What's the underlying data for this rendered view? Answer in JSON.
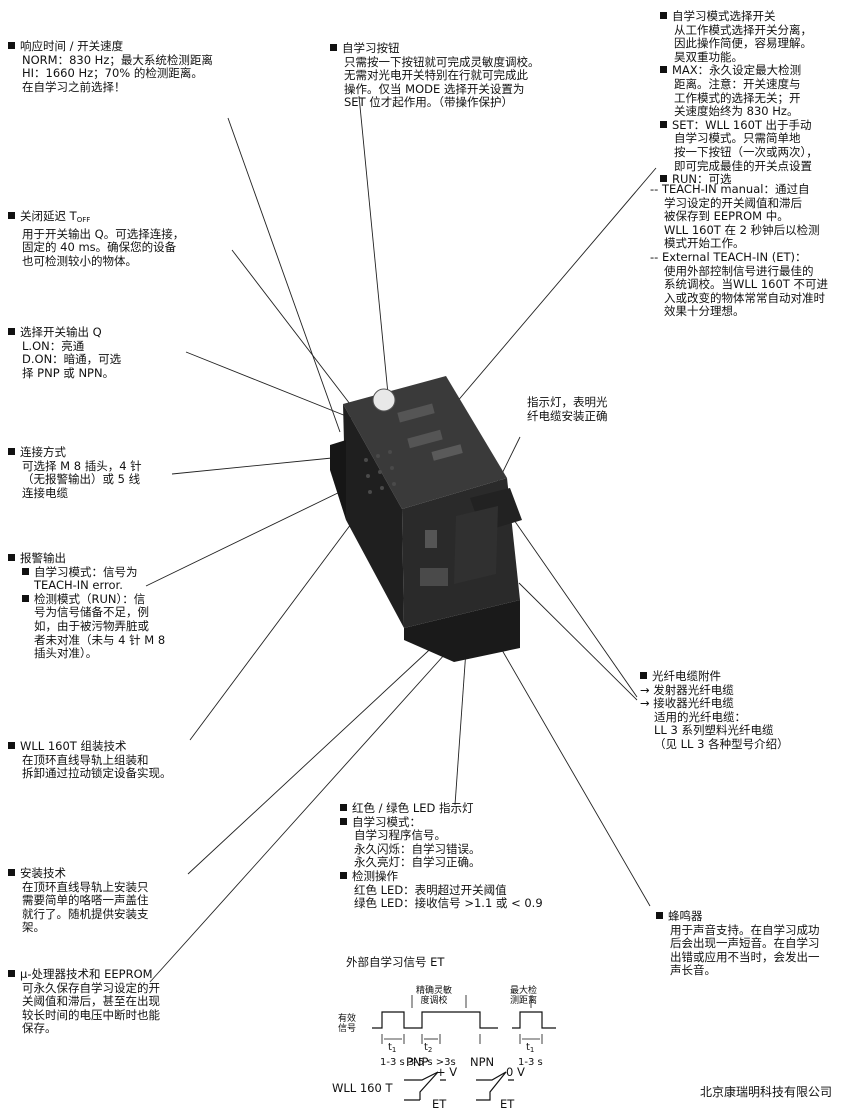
{
  "response": {
    "heading": "响应时间 / 开关速度",
    "lines": [
      "NORM：830 Hz；最大系统检测距离",
      "HI：1660 Hz；70% 的检测距离。",
      "在自学习之前选择！"
    ]
  },
  "teach_button": {
    "heading": "自学习按钮",
    "lines": [
      "只需按一下按钮就可完成灵敏度调校。",
      "无需对光电开关特别在行就可完成此",
      "操作。仅当 MODE 选择开关设置为",
      "SET 位才起作用。（带操作保护）"
    ]
  },
  "mode_switch": {
    "heading": "自学习模式选择开关",
    "lines": [
      "从工作模式选择开关分离，",
      "因此操作简便，容易理解。",
      "昊双重功能。"
    ]
  },
  "max": {
    "heading": "MAX：永久设定最大检测",
    "lines": [
      "距离。注意：开关速度与",
      "工作模式的选择无关；开",
      "关速度始终为 830 Hz。"
    ]
  },
  "set": {
    "heading": "SET：WLL 160T 出于手动",
    "lines": [
      "自学习模式。只需简单地",
      "按一下按钮（一次或两次），",
      "即可完成最佳的开关点设置"
    ]
  },
  "run": {
    "heading": "RUN：可选",
    "manual_head": "-- TEACH-IN manual：通过自",
    "manual_lines": [
      "学习设定的开关阈值和滞后",
      "被保存到 EEPROM 中。",
      "WLL 160T 在 2 秒钟后以检测",
      "模式开始工作。"
    ],
    "ext_head": "-- External TEACH-IN (ET)：",
    "ext_lines": [
      "使用外部控制信号进行最佳的",
      "系统调校。当WLL 160T 不可进",
      "入或改变的物体常常自动对准时",
      "效果十分理想。"
    ]
  },
  "delay": {
    "heading_pre": "关闭延迟 T",
    "heading_sub": "OFF",
    "lines": [
      "用于开关输出 Q。可选择连接，",
      "固定的 40 ms。确保您的设备",
      "也可检测较小的物体。"
    ]
  },
  "output": {
    "heading": "选择开关输出 Q",
    "lines": [
      "L.ON：亮通",
      "D.ON：暗通，可选",
      "择 PNP 或 NPN。"
    ]
  },
  "indicator": {
    "lines": [
      "指示灯，表明光",
      "纤电缆安装正确"
    ]
  },
  "connection": {
    "heading": "连接方式",
    "lines": [
      "可选择 M 8 插头，4 针",
      "（无报警输出）或 5 线",
      "连接电缆"
    ]
  },
  "alarm": {
    "heading": "报警输出",
    "teach_head": "自学习模式：信号为",
    "teach_lines": [
      "TEACH-IN error."
    ],
    "detect_head": "检测模式（RUN）：信",
    "detect_lines": [
      "号为信号储备不足，例",
      "如，由于被污物弄脏或",
      "者未对准（未与 4 针 M 8",
      "插头对准）。"
    ]
  },
  "fiber": {
    "heading": "光纤电缆附件",
    "lines": [
      "→ 发射器光纤电缆",
      "→ 接收器光纤电缆",
      "适用的光纤电缆：",
      "LL 3 系列塑料光纤电缆",
      "（见 LL 3 各种型号介绍）"
    ]
  },
  "assembly": {
    "heading": "WLL 160T 组装技术",
    "lines": [
      "在顶环直线导轨上组装和",
      "拆卸通过拉动锁定设备实现。"
    ]
  },
  "led": {
    "heading": "红色 / 绿色 LED 指示灯",
    "teach_head": "自学习模式：",
    "teach_lines": [
      "自学习程序信号。",
      "永久闪烁：自学习错误。",
      "永久亮灯：自学习正确。"
    ],
    "detect_head": "检测操作",
    "detect_lines": [
      "红色 LED：表明超过开关阈值",
      "绿色 LED：接收信号 >1.1 或 < 0.9"
    ]
  },
  "install": {
    "heading": "安装技术",
    "lines": [
      "在顶环直线导轨上安装只",
      "需要简单的咯嗒一声盖住",
      "就行了。随机提供安装支",
      "架。"
    ]
  },
  "buzzer": {
    "heading": "蜂鸣器",
    "lines": [
      "用于声音支持。在自学习成功",
      "后会出现一声短音。在自学习",
      "出错或应用不当时，会发出一",
      "声长音。"
    ]
  },
  "micro": {
    "heading": "μ-处理器技术和 EEPROM",
    "lines": [
      "可永久保存自学习设定的开",
      "关阈值和滞后，甚至在出现",
      "较长时间的电压中断时也能",
      "保存。"
    ]
  },
  "timing": {
    "title": "外部自学习信号 ET",
    "precise": [
      "精确灵敏",
      "度调校"
    ],
    "max": [
      "最大检",
      "测距离"
    ],
    "signal": [
      "有效",
      "信号"
    ],
    "t1": "t",
    "t1_sub": "1",
    "t2_sub": "2",
    "durations_a": "1-3 s  3-5 s  >3s",
    "durations_b": "1-3 s"
  },
  "wiring": {
    "device": "WLL 160 T",
    "pnp": "PNP",
    "npn": "NPN",
    "plus_v": "+ V",
    "zero_v": "0 V",
    "et": "ET"
  },
  "footer": "北京康瑞明科技有限公司"
}
